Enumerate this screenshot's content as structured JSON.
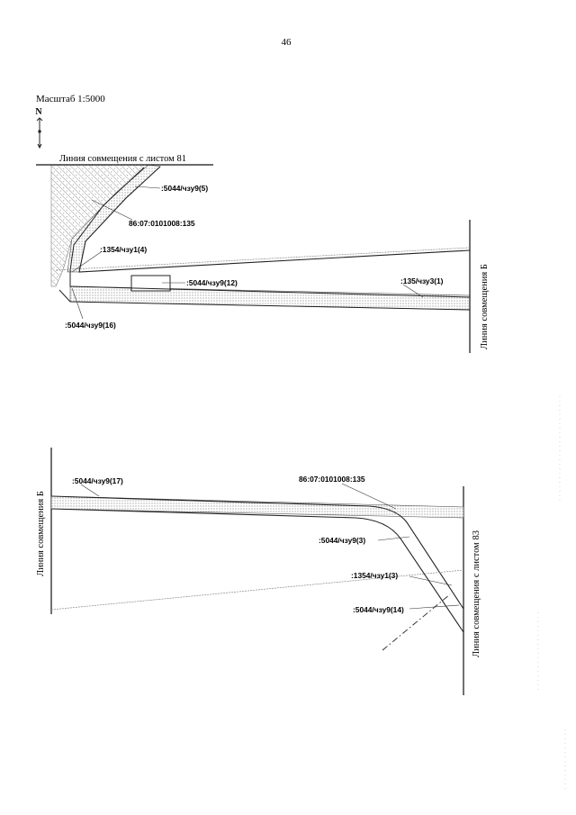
{
  "page_number": "46",
  "scale_label": "Масштаб 1:5000",
  "north_label": "N",
  "top_map": {
    "match_line_top": "Линия совмещения с листом 81",
    "match_line_right": "Линия совмещения Б",
    "labels": {
      "zone_5044_5": ":5044/чзу9(5)",
      "parcel_135": "86:07:0101008:135",
      "zone_1354_4": ":1354/чзу1(4)",
      "zone_5044_12": ":5044/чзу9(12)",
      "zone_135_1": ":135/чзу3(1)",
      "zone_5044_16": ":5044/чзу9(16)"
    }
  },
  "bottom_map": {
    "match_line_left": "Линия совмещения Б",
    "match_line_right": "Линия совмещения с листом 83",
    "labels": {
      "zone_5044_17": ":5044/чзу9(17)",
      "parcel_135": "86:07:0101008:135",
      "zone_5044_3": ":5044/чзу9(3)",
      "zone_1354_3": ":1354/чзу1(3)",
      "zone_5044_14": ":5044/чзу9(14)"
    }
  }
}
